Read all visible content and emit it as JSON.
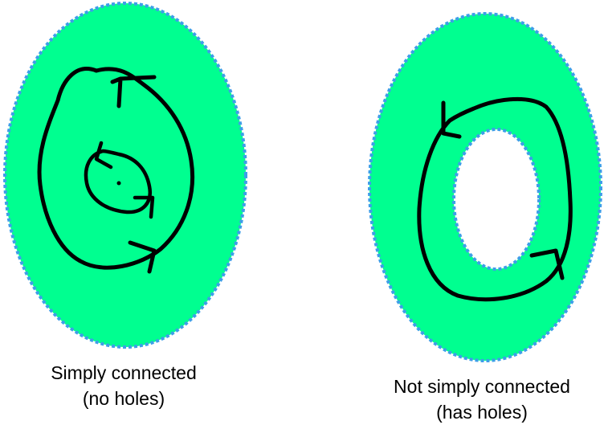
{
  "colors": {
    "region_fill": "#00ff90",
    "boundary": "#3d9ee8",
    "hole_fill": "#ffffff",
    "loop_stroke": "#000000"
  },
  "left_region": {
    "caption_line1": "Simply connected",
    "caption_line2": "(no holes)",
    "icon": "loop-with-arrows-icon"
  },
  "right_region": {
    "caption_line1": "Not simply connected",
    "caption_line2": "(has holes)",
    "icon": "loop-around-hole-icon"
  }
}
